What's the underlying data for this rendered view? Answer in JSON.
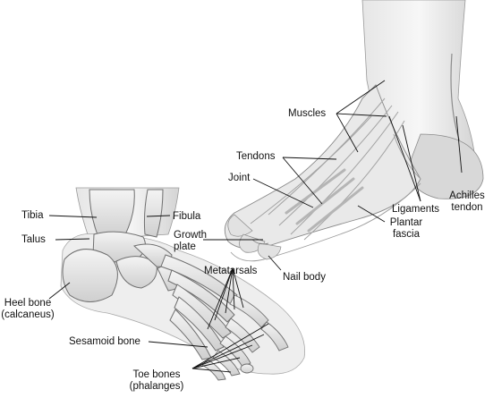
{
  "labels": {
    "muscles": "Muscles",
    "tendons": "Tendons",
    "joint": "Joint",
    "growth_plate": [
      "Growth",
      "plate"
    ],
    "nail_body": "Nail body",
    "ligaments": "Ligaments",
    "plantar_fascia": [
      "Plantar",
      "fascia"
    ],
    "achilles_tendon": [
      "Achilles",
      "tendon"
    ],
    "tibia": "Tibia",
    "fibula": "Fibula",
    "talus": "Talus",
    "metatarsals": "Metatarsals",
    "heel_bone": [
      "Heel bone",
      "(calcaneus)"
    ],
    "sesamoid_bone": "Sesamoid bone",
    "toe_bones": [
      "Toe bones",
      "(phalanges)"
    ]
  },
  "colors": {
    "ink": "#111111",
    "bone_shade": "#c9c9c9",
    "bone_fill": "#ececec",
    "tissue": "#dedede"
  }
}
